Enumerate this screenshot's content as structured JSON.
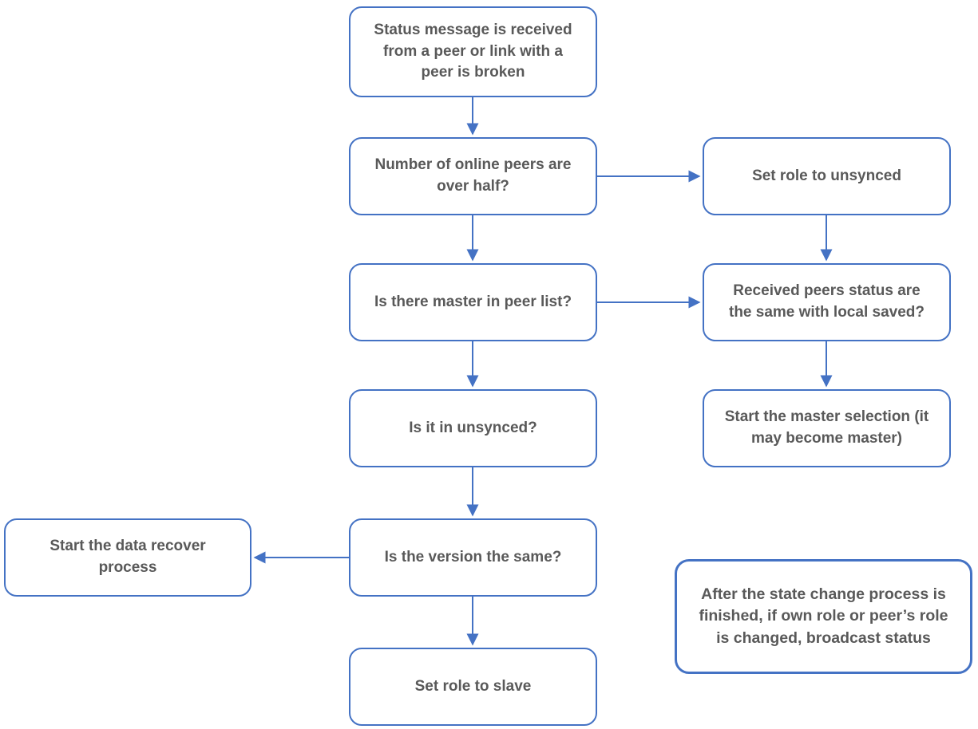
{
  "diagram": {
    "title": "Peer status / role change flowchart",
    "colors": {
      "box_border": "#4472C4",
      "arrow": "#4472C4",
      "text": "#595959",
      "background": "#FFFFFF"
    },
    "nodes": [
      {
        "id": "status-received",
        "label": "Status message is received from a peer or link with a peer is broken"
      },
      {
        "id": "peers-over-half",
        "label": "Number of online peers are over half?"
      },
      {
        "id": "set-role-unsynced",
        "label": "Set role to unsynced"
      },
      {
        "id": "master-in-peer-list",
        "label": "Is there master in peer list?"
      },
      {
        "id": "received-status-same",
        "label": "Received peers status are the same with local saved?"
      },
      {
        "id": "is-it-unsynced",
        "label": "Is it in unsynced?"
      },
      {
        "id": "start-master-selection",
        "label": "Start the master selection (it may become master)"
      },
      {
        "id": "version-same",
        "label": "Is the version the same?"
      },
      {
        "id": "start-data-recover",
        "label": "Start the data recover process"
      },
      {
        "id": "set-role-slave",
        "label": "Set role to slave"
      },
      {
        "id": "broadcast-note",
        "label": "After the state change process is finished, if own role or peer’s role is changed, broadcast status"
      }
    ],
    "edges": [
      {
        "from": "status-received",
        "to": "peers-over-half",
        "direction": "down"
      },
      {
        "from": "peers-over-half",
        "to": "set-role-unsynced",
        "direction": "right"
      },
      {
        "from": "peers-over-half",
        "to": "master-in-peer-list",
        "direction": "down"
      },
      {
        "from": "set-role-unsynced",
        "to": "received-status-same",
        "direction": "down"
      },
      {
        "from": "master-in-peer-list",
        "to": "received-status-same",
        "direction": "right"
      },
      {
        "from": "master-in-peer-list",
        "to": "is-it-unsynced",
        "direction": "down"
      },
      {
        "from": "received-status-same",
        "to": "start-master-selection",
        "direction": "down"
      },
      {
        "from": "is-it-unsynced",
        "to": "version-same",
        "direction": "down"
      },
      {
        "from": "version-same",
        "to": "start-data-recover",
        "direction": "left"
      },
      {
        "from": "version-same",
        "to": "set-role-slave",
        "direction": "down"
      }
    ]
  }
}
